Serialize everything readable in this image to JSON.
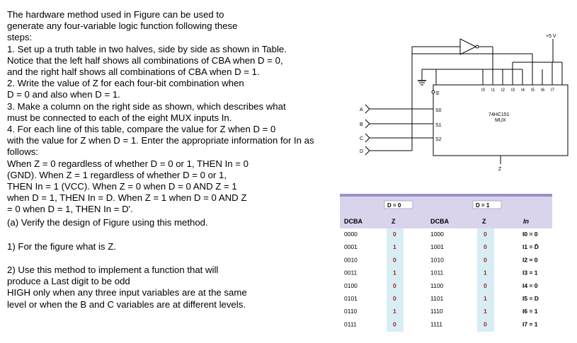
{
  "text": {
    "intro_lines": [
      "The hardware method used in Figure can be used to",
      "generate any four-variable logic function following these",
      "steps:",
      "1. Set up a truth table in two halves, side by side as shown in Table.",
      "Notice that the left half shows all combinations of CBA when D = 0,",
      "and the right half shows all combinations of CBA when D = 1.",
      "2. Write the value of Z for each four-bit combination when",
      "D = 0 and also when D = 1.",
      "3. Make a column on the right side as shown, which describes what",
      "must be connected to each of the eight MUX inputs In.",
      "4. For each line of this table, compare the value for Z when D = 0",
      "with the value for Z when D = 1. Enter the appropriate information for In as",
      "follows:",
      "When Z = 0 regardless of whether D = 0 or 1, THEN In = 0",
      "(GND). When Z = 1 regardless of whether D = 0 or 1,",
      "THEN In = 1 (VCC). When Z = 0 when D = 0 AND Z = 1",
      "when D = 1, THEN In = D. When Z = 1 when D = 0 AND Z",
      "= 0 when D = 1, THEN In = D'.",
      "(a) Verify the design of Figure using this method."
    ],
    "question1": "1) For the figure what  is Z.",
    "question2_lines": [
      "2) Use this method to implement  a function that will",
      "produce a Last digit to be odd",
      "HIGH only when any three input variables  are at the same",
      "level or when the B and C variables are at different levels."
    ]
  },
  "diagram": {
    "supply_label": "+5 V",
    "chip_name": "74HC151",
    "chip_type": "MUX",
    "enable_label": "E",
    "select_labels": [
      "S0",
      "S1",
      "S2"
    ],
    "input_labels": [
      "I0",
      "I1",
      "I2",
      "I3",
      "I4",
      "I5",
      "I6",
      "I7"
    ],
    "output_label": "Z",
    "variable_labels": [
      "A",
      "B",
      "C",
      "D"
    ]
  },
  "truth_table": {
    "header_d0": "D = 0",
    "header_d1": "D = 1",
    "columns": [
      "DCBA",
      "Z",
      "DCBA",
      "Z",
      "In"
    ],
    "rows": [
      {
        "dcba0": "0000",
        "z0": "0",
        "dcba1": "1000",
        "z1": "0",
        "in": "I0 = 0"
      },
      {
        "dcba0": "0001",
        "z0": "1",
        "dcba1": "1001",
        "z1": "0",
        "in": "I1 = D̄"
      },
      {
        "dcba0": "0010",
        "z0": "0",
        "dcba1": "1010",
        "z1": "0",
        "in": "I2 = 0"
      },
      {
        "dcba0": "0011",
        "z0": "1",
        "dcba1": "1011",
        "z1": "1",
        "in": "I3 = 1"
      },
      {
        "dcba0": "0100",
        "z0": "0",
        "dcba1": "1100",
        "z1": "0",
        "in": "I4 = 0"
      },
      {
        "dcba0": "0101",
        "z0": "0",
        "dcba1": "1101",
        "z1": "1",
        "in": "I5 = D"
      },
      {
        "dcba0": "0110",
        "z0": "1",
        "dcba1": "1110",
        "z1": "1",
        "in": "I6 = 1"
      },
      {
        "dcba0": "0111",
        "z0": "0",
        "dcba1": "1111",
        "z1": "0",
        "in": "I7 = 1"
      }
    ]
  },
  "colors": {
    "header_fill": "#d9d4ec",
    "header_band": "#9b91c6",
    "z_column_fill": "#d7eef4",
    "z_value_color": "#b02020"
  }
}
